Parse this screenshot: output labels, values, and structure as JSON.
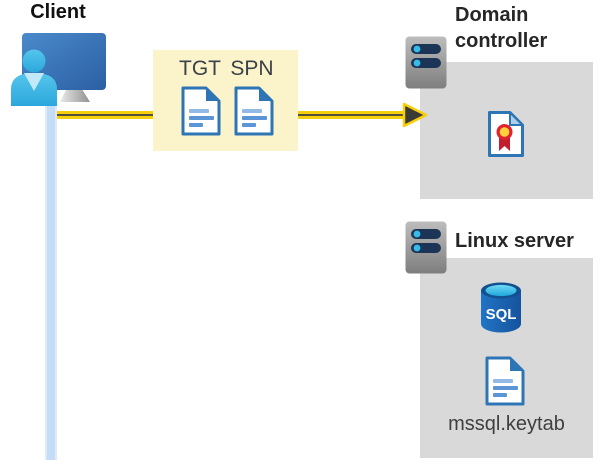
{
  "client": {
    "label": "Client"
  },
  "tickets": {
    "tgt_label": "TGT",
    "spn_label": "SPN"
  },
  "domain_controller": {
    "title": "Domain controller"
  },
  "linux_server": {
    "title": "Linux server",
    "keytab_label": "mssql.keytab"
  },
  "icons": {
    "sql_label": "SQL",
    "client_icon": "monitor-with-user",
    "server_icon": "server-tower",
    "certificate_icon": "certificate-document",
    "document_icon": "document",
    "database_icon": "sql-database"
  },
  "colors": {
    "arrow_yellow": "#F7CE0A",
    "arrow_core": "#52503A",
    "arrowhead_dark": "#3B3B35",
    "ticket_box_bg": "#FBF4CB",
    "panel_bg": "#D9D9D9",
    "lifeline_blue": "#C5DCF6",
    "document_blue": "#2E75B5",
    "document_line_light": "#93B9E6",
    "document_line_dark": "#5C95D6",
    "monitor_blue": "#3C7AC2",
    "person_cyan": "#3BB8E6",
    "server_gray": "#9A9A9A",
    "server_slot_navy": "#1C3557",
    "server_dot_cyan": "#37BBE8",
    "sql_body_blue": "#1A63B2",
    "sql_top_cyan": "#45C2EA",
    "certificate_red": "#DD2430",
    "certificate_gold": "#FFD23B",
    "heading_text": "#262626",
    "label_text": "#3A4148"
  }
}
